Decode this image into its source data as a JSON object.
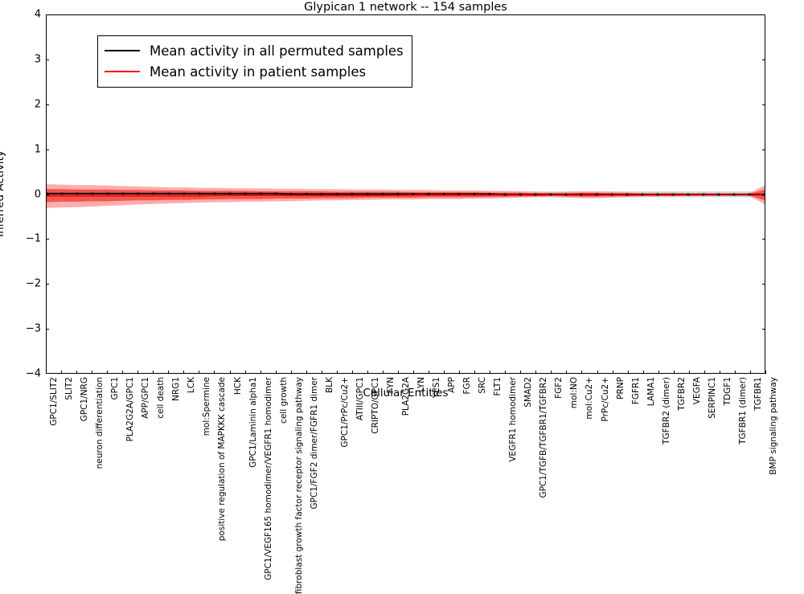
{
  "chart_data": {
    "type": "line",
    "title": "Glypican 1 network -- 154 samples",
    "xlabel": "Cellular Entities",
    "ylabel": "Inferred Activity",
    "ylim": [
      -4,
      4
    ],
    "yticks": [
      -4,
      -3,
      -2,
      -1,
      0,
      1,
      2,
      3,
      4
    ],
    "ytick_labels": [
      "−4",
      "−3",
      "−2",
      "−1",
      "0",
      "1",
      "2",
      "3",
      "4"
    ],
    "grid": false,
    "legend_position": "upper left",
    "legend": [
      {
        "label": "Mean activity in all permuted samples",
        "color": "#000000"
      },
      {
        "label": "Mean activity in patient samples",
        "color": "#ff0000"
      }
    ],
    "categories": [
      "GPC1/SLIT2",
      "SLIT2",
      "GPC1/NRG",
      "neuron differentiation",
      "GPC1",
      "PLA2G2A/GPC1",
      "APP/GPC1",
      "cell death",
      "NRG1",
      "LCK",
      "mol:Spermine",
      "positive regulation of MAPKKK cascade",
      "HCK",
      "GPC1/Laminin alpha1",
      "GPC1/VEGF165 homodimer/VEGFR1 homodimer",
      "cell growth",
      "fibroblast growth factor receptor signaling pathway",
      "GPC1/FGF2 dimer/FGFR1 dimer",
      "BLK",
      "GPC1/PrPc/Cu2+",
      "ATIII/GPC1",
      "CRIPTO/GPC1",
      "FYN",
      "PLA2G2A",
      "LYN",
      "YES1",
      "APP",
      "FGR",
      "SRC",
      "FLT1",
      "VEGFR1 homodimer",
      "SMAD2",
      "GPC1/TGFB/TGFBR1/TGFBR2",
      "FGF2",
      "mol:NO",
      "mol:Cu2+",
      "PrPc/Cu2+",
      "PRNP",
      "FGFR1",
      "LAMA1",
      "TGFBR2 (dimer)",
      "TGFBR2",
      "VEGFA",
      "SERPINC1",
      "TDGF1",
      "TGFBR1 (dimer)",
      "TGFBR1",
      "BMP signaling pathway"
    ],
    "series": [
      {
        "name": "Mean activity in all permuted samples",
        "color": "#000000",
        "marker": "dot",
        "values": [
          0.02,
          0.02,
          0.02,
          0.02,
          0.02,
          0.02,
          0.02,
          0.02,
          0.02,
          0.02,
          0.02,
          0.02,
          0.02,
          0.02,
          0.02,
          0.02,
          0.01,
          0.01,
          0.01,
          0.01,
          0.01,
          0.01,
          0.01,
          0.01,
          0.01,
          0.01,
          0.01,
          0.01,
          0.01,
          0.01,
          0.0,
          0.0,
          0.0,
          0.0,
          0.0,
          0.0,
          0.0,
          0.0,
          0.0,
          0.0,
          0.0,
          0.0,
          0.0,
          0.0,
          0.0,
          0.0,
          0.0,
          0.0
        ],
        "band_lower": [
          -0.1,
          -0.1,
          -0.1,
          -0.1,
          -0.1,
          -0.1,
          -0.09,
          -0.09,
          -0.09,
          -0.09,
          -0.09,
          -0.08,
          -0.08,
          -0.08,
          -0.08,
          -0.08,
          -0.07,
          -0.07,
          -0.07,
          -0.07,
          -0.07,
          -0.07,
          -0.06,
          -0.06,
          -0.06,
          -0.06,
          -0.06,
          -0.06,
          -0.06,
          -0.06,
          -0.06,
          -0.06,
          -0.06,
          -0.06,
          -0.06,
          -0.06,
          -0.06,
          -0.06,
          -0.06,
          -0.06,
          -0.06,
          -0.06,
          -0.06,
          -0.06,
          -0.06,
          -0.06,
          -0.06,
          -0.06
        ],
        "band_upper": [
          0.12,
          0.12,
          0.12,
          0.12,
          0.12,
          0.11,
          0.11,
          0.11,
          0.11,
          0.11,
          0.1,
          0.1,
          0.1,
          0.1,
          0.09,
          0.09,
          0.09,
          0.09,
          0.08,
          0.08,
          0.08,
          0.08,
          0.08,
          0.07,
          0.07,
          0.07,
          0.07,
          0.07,
          0.07,
          0.07,
          0.07,
          0.07,
          0.07,
          0.07,
          0.07,
          0.07,
          0.07,
          0.07,
          0.07,
          0.07,
          0.07,
          0.07,
          0.07,
          0.07,
          0.07,
          0.07,
          0.07,
          0.07
        ],
        "band_color": "#cccccc"
      },
      {
        "name": "Mean activity in patient samples",
        "color": "#ff0000",
        "marker": "none",
        "values": [
          -0.03,
          -0.03,
          -0.03,
          -0.03,
          -0.03,
          -0.03,
          -0.03,
          -0.03,
          -0.03,
          -0.03,
          -0.03,
          -0.02,
          -0.02,
          -0.02,
          -0.02,
          -0.02,
          -0.02,
          -0.02,
          -0.02,
          -0.02,
          -0.02,
          -0.02,
          -0.02,
          -0.02,
          -0.01,
          -0.01,
          -0.01,
          -0.01,
          -0.01,
          -0.01,
          -0.01,
          -0.01,
          -0.01,
          -0.01,
          -0.01,
          -0.01,
          -0.01,
          -0.01,
          -0.01,
          -0.01,
          -0.01,
          -0.01,
          -0.01,
          -0.01,
          -0.01,
          -0.01,
          -0.01,
          -0.01
        ],
        "band_lower": [
          -0.3,
          -0.29,
          -0.28,
          -0.27,
          -0.25,
          -0.24,
          -0.22,
          -0.21,
          -0.2,
          -0.19,
          -0.18,
          -0.17,
          -0.17,
          -0.16,
          -0.16,
          -0.15,
          -0.15,
          -0.14,
          -0.13,
          -0.13,
          -0.12,
          -0.12,
          -0.11,
          -0.11,
          -0.11,
          -0.1,
          -0.1,
          -0.1,
          -0.09,
          -0.09,
          -0.08,
          -0.07,
          -0.06,
          -0.06,
          -0.07,
          -0.08,
          -0.08,
          -0.07,
          -0.06,
          -0.05,
          -0.05,
          -0.04,
          -0.04,
          -0.03,
          -0.03,
          -0.03,
          -0.03,
          -0.22
        ],
        "band_upper": [
          0.23,
          0.22,
          0.21,
          0.21,
          0.2,
          0.19,
          0.18,
          0.17,
          0.16,
          0.16,
          0.15,
          0.15,
          0.14,
          0.14,
          0.14,
          0.13,
          0.13,
          0.12,
          0.12,
          0.12,
          0.11,
          0.11,
          0.11,
          0.1,
          0.1,
          0.1,
          0.09,
          0.09,
          0.09,
          0.08,
          0.08,
          0.07,
          0.06,
          0.05,
          0.06,
          0.07,
          0.07,
          0.06,
          0.05,
          0.04,
          0.04,
          0.04,
          0.03,
          0.03,
          0.03,
          0.03,
          0.03,
          0.2
        ],
        "band_color": "#ff9999",
        "inner_band_lower": [
          -0.17,
          -0.16,
          -0.16,
          -0.15,
          -0.15,
          -0.14,
          -0.13,
          -0.13,
          -0.12,
          -0.12,
          -0.11,
          -0.11,
          -0.1,
          -0.1,
          -0.1,
          -0.09,
          -0.09,
          -0.09,
          -0.08,
          -0.08,
          -0.08,
          -0.07,
          -0.07,
          -0.07,
          -0.07,
          -0.06,
          -0.06,
          -0.06,
          -0.06,
          -0.05,
          -0.05,
          -0.04,
          -0.04,
          -0.03,
          -0.04,
          -0.05,
          -0.05,
          -0.04,
          -0.04,
          -0.03,
          -0.03,
          -0.03,
          -0.02,
          -0.02,
          -0.02,
          -0.02,
          -0.02,
          -0.13
        ],
        "inner_band_upper": [
          0.12,
          0.12,
          0.11,
          0.11,
          0.11,
          0.1,
          0.1,
          0.09,
          0.09,
          0.09,
          0.08,
          0.08,
          0.08,
          0.08,
          0.07,
          0.07,
          0.07,
          0.07,
          0.07,
          0.06,
          0.06,
          0.06,
          0.06,
          0.06,
          0.05,
          0.05,
          0.05,
          0.05,
          0.05,
          0.04,
          0.04,
          0.04,
          0.03,
          0.03,
          0.03,
          0.04,
          0.04,
          0.03,
          0.03,
          0.02,
          0.02,
          0.02,
          0.02,
          0.02,
          0.02,
          0.02,
          0.02,
          0.11
        ],
        "inner_band_color": "#f4504a"
      }
    ]
  }
}
